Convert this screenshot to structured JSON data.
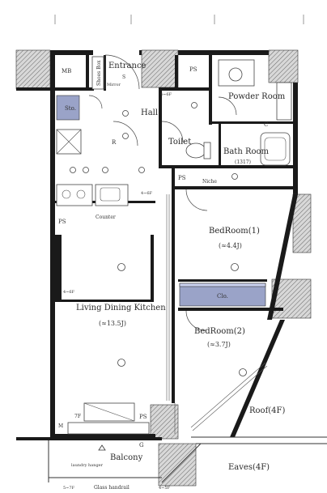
{
  "rooms": {
    "mb": "MB",
    "entrance": "Entrance",
    "shoes_box": "Shoes Box",
    "mirror": "Mirror",
    "ps": "PS",
    "powder_room": "Powder Room",
    "sto": "Sto.",
    "hall": "Hall",
    "toilet": "Toilet",
    "bath_room": "Bath Room",
    "bath_size": "(1317)",
    "niche": "Niche",
    "counter": "Counter",
    "bedroom1": "BedRoom(1)",
    "bedroom1_size": "(≈4.4J)",
    "clo": "Clo.",
    "ldk": "Living Dining Kitchen",
    "ldk_size": "(≈13.5J)",
    "bedroom2": "BedRoom(2)",
    "bedroom2_size": "(≈3.7J)",
    "roof": "Roof(4F)",
    "balcony": "Balcony",
    "eaves": "Eaves(4F)",
    "laundry_hanger": "laundry hanger",
    "glass_handrail": "Glass handrail"
  },
  "marks": {
    "c": "C",
    "r": "R",
    "m": "M",
    "g": "G",
    "s": "S",
    "sevenf": "7F",
    "floor_level_1": "4~6F",
    "floor_level_2": "5~7F",
    "floor_level_3": "4~5F"
  },
  "colors": {
    "wall": "#1a1a1a",
    "storage_fill": "#9aa3c8",
    "closet_fill": "#c9d0ee"
  }
}
